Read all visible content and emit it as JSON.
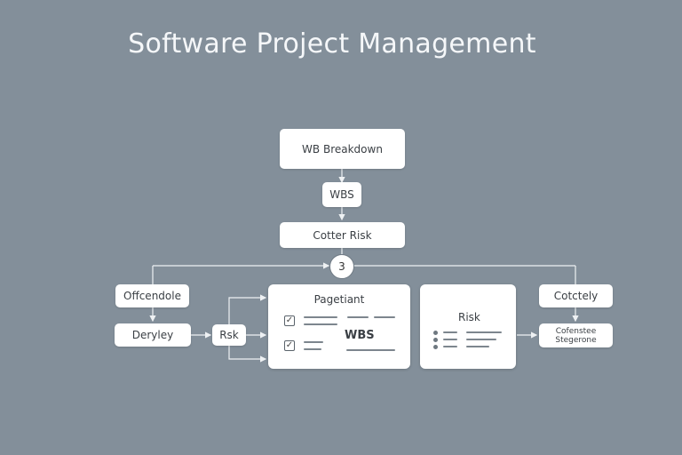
{
  "title": "Software Project Management",
  "nodes": {
    "wbs_breakdown": "WB Breakdown",
    "wbs": "WBS",
    "cotter_risk": "Cotter Risk",
    "step": "3",
    "offcendole": "Offcendole",
    "deryley": "Deryley",
    "risk_small": "Rsk",
    "cotctely": "Cotctely",
    "cofenstee_line1": "Cofenstee",
    "cofenstee_line2": "Stegerone"
  },
  "panels": {
    "pagetiant": {
      "title": "Pagetiant",
      "label": "WBS"
    },
    "risk": {
      "title": "Risk"
    }
  }
}
